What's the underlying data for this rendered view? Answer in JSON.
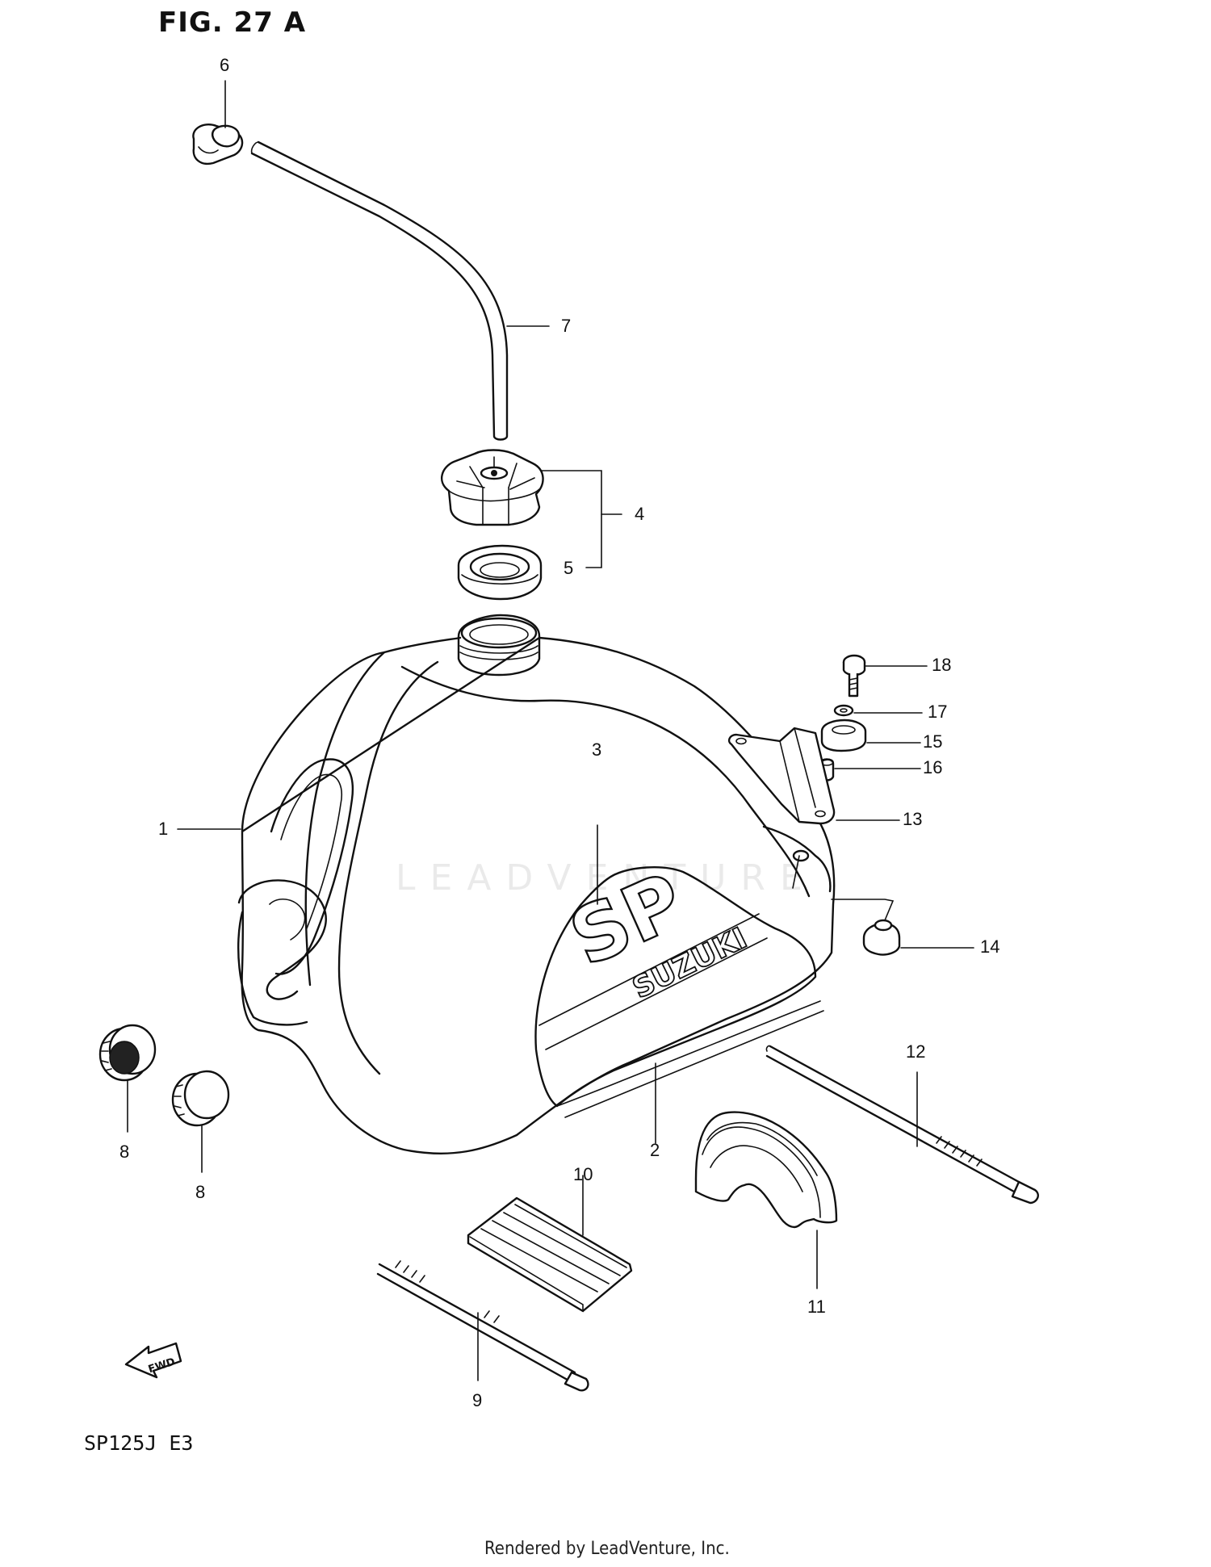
{
  "figure": {
    "title": "FIG. 27 A",
    "model_code": "SP125J E3",
    "credit": "Rendered by LeadVenture, Inc.",
    "watermark": "LEADVENTURE",
    "badge_icon": "fwd-arrow-icon",
    "badge_text": "FWD",
    "tank_text_1": "SP",
    "tank_text_2": "SUZUKI"
  },
  "callouts": [
    {
      "id": "1",
      "label": "1"
    },
    {
      "id": "2",
      "label": "2"
    },
    {
      "id": "3",
      "label": "3"
    },
    {
      "id": "4",
      "label": "4"
    },
    {
      "id": "5",
      "label": "5"
    },
    {
      "id": "6",
      "label": "6"
    },
    {
      "id": "7",
      "label": "7"
    },
    {
      "id": "8a",
      "label": "8"
    },
    {
      "id": "8b",
      "label": "8"
    },
    {
      "id": "9",
      "label": "9"
    },
    {
      "id": "10",
      "label": "10"
    },
    {
      "id": "11",
      "label": "11"
    },
    {
      "id": "12",
      "label": "12"
    },
    {
      "id": "13",
      "label": "13"
    },
    {
      "id": "14",
      "label": "14"
    },
    {
      "id": "15",
      "label": "15"
    },
    {
      "id": "16",
      "label": "16"
    },
    {
      "id": "17",
      "label": "17"
    },
    {
      "id": "18",
      "label": "18"
    }
  ]
}
